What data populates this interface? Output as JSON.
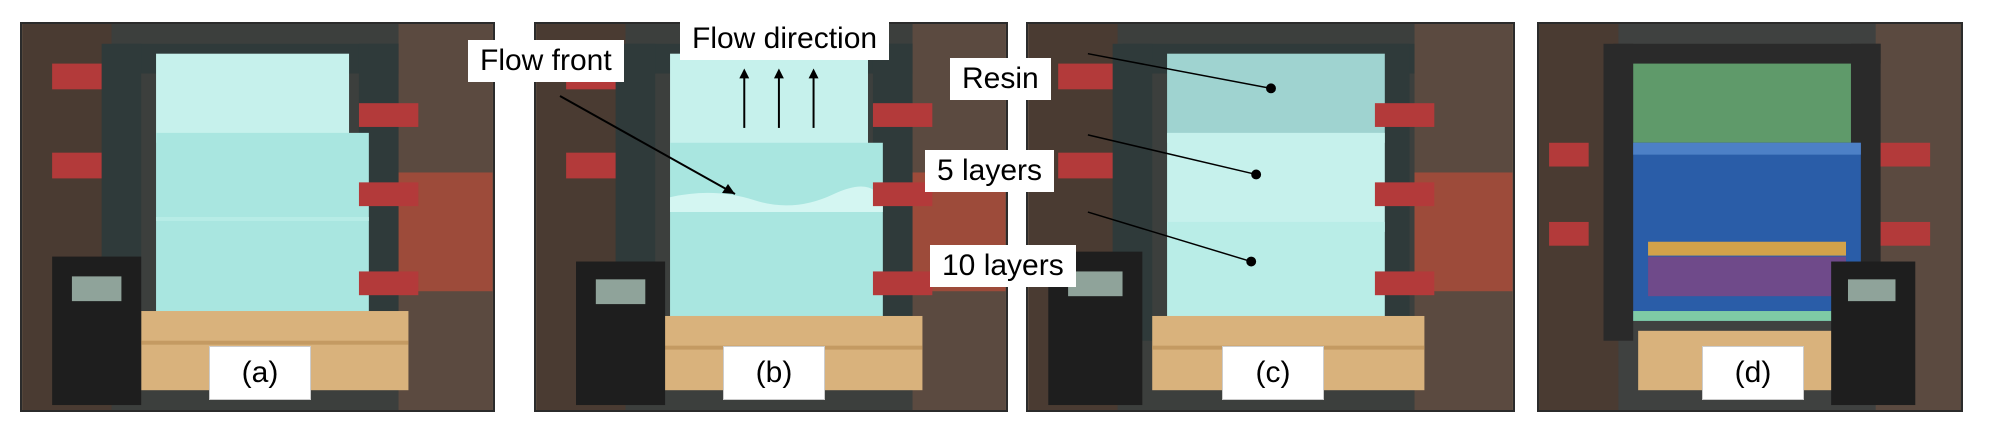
{
  "panels": {
    "a": {
      "label": "(a)"
    },
    "b": {
      "label": "(b)"
    },
    "c": {
      "label": "(c)"
    },
    "d": {
      "label": "(d)"
    }
  },
  "annotations": {
    "flow_front": "Flow front",
    "flow_direction": "Flow direction",
    "resin": "Resin",
    "five_layers": "5 layers",
    "ten_layers": "10  layers"
  },
  "colors": {
    "fabric": "#a9e6e0",
    "fabric_light": "#c6f1ec",
    "frame": "#2f3a3a",
    "wood": "#d9b27c",
    "clamp": "#b33a3a",
    "meter": "#1e1e1e",
    "resin_blue": "#2a5da8"
  }
}
